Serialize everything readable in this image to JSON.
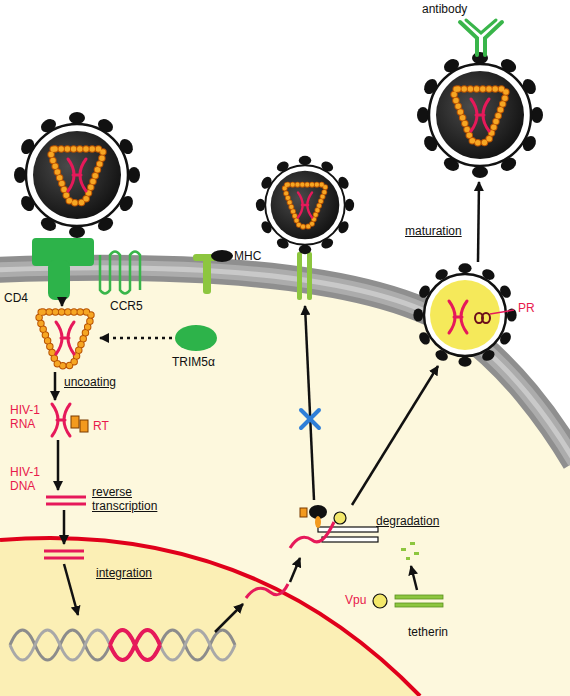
{
  "diagram": {
    "labels": [
      "antibody",
      "maturation",
      "MHC",
      "CD4",
      "CCR5",
      "PR",
      "TRIM5α",
      "uncoating",
      "HIV-1 RNA",
      "RT",
      "reverse transcription",
      "HIV-1 DNA",
      "degradation",
      "Vpu",
      "tetherin",
      "integration"
    ]
  }
}
